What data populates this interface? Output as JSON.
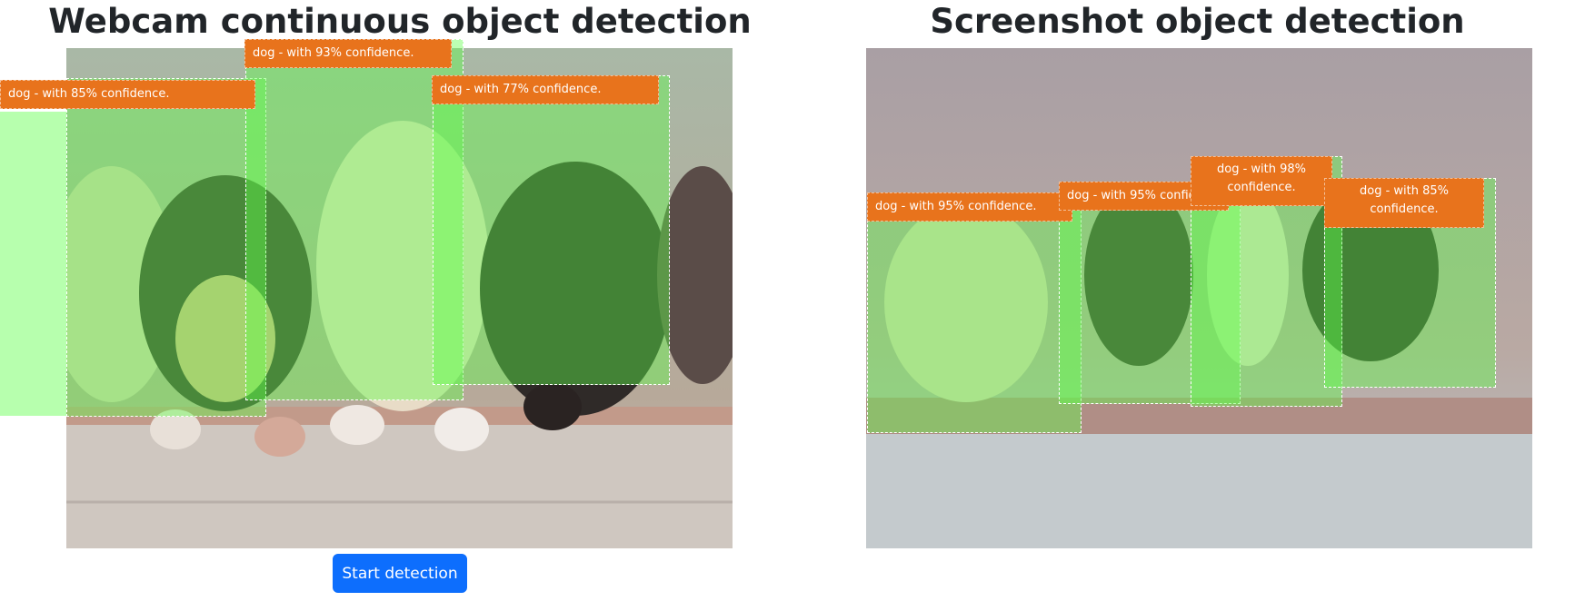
{
  "left_panel": {
    "title": "Webcam continuous object detection",
    "detections": [
      {
        "label": "dog - with 85% confidence."
      },
      {
        "label": "dog - with 93% confidence."
      },
      {
        "label": "dog - with 77% confidence."
      }
    ],
    "button_label": "Start detection"
  },
  "right_panel": {
    "title": "Screenshot object detection",
    "detections": [
      {
        "label": "dog - with 95% confidence."
      },
      {
        "label": "dog - with 95% confidence."
      },
      {
        "label": "dog - with 98% confidence."
      },
      {
        "label": "dog - with 85% confidence."
      }
    ]
  },
  "colors": {
    "label_bg": "#e8731c",
    "box_fill": "#60ff4a",
    "button_bg": "#0d6efd"
  }
}
